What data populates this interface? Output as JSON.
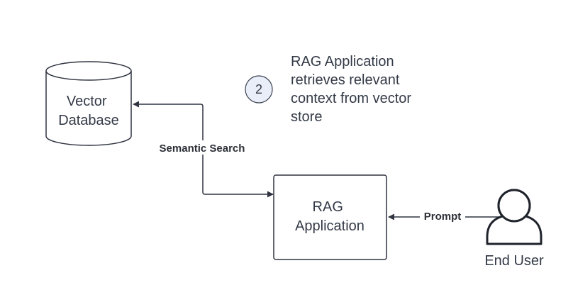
{
  "nodes": {
    "vector_database": {
      "lines": [
        "Vector",
        "Database"
      ],
      "shape": "cylinder"
    },
    "rag_application": {
      "lines": [
        "RAG",
        "Application"
      ],
      "shape": "rounded-rectangle"
    },
    "end_user": {
      "label": "End User",
      "icon": "user-icon"
    }
  },
  "edges": {
    "semantic_search": {
      "label": "Semantic Search"
    },
    "prompt": {
      "label": "Prompt"
    }
  },
  "step": {
    "number": "2",
    "description_lines": [
      "RAG Application",
      "retrieves relevant",
      "context from vector",
      "store"
    ]
  },
  "colors": {
    "stroke": "#2f3440",
    "text": "#333a47",
    "step_badge_fill": "#e9eef9",
    "step_badge_stroke": "#3a4050",
    "background": "#ffffff"
  }
}
